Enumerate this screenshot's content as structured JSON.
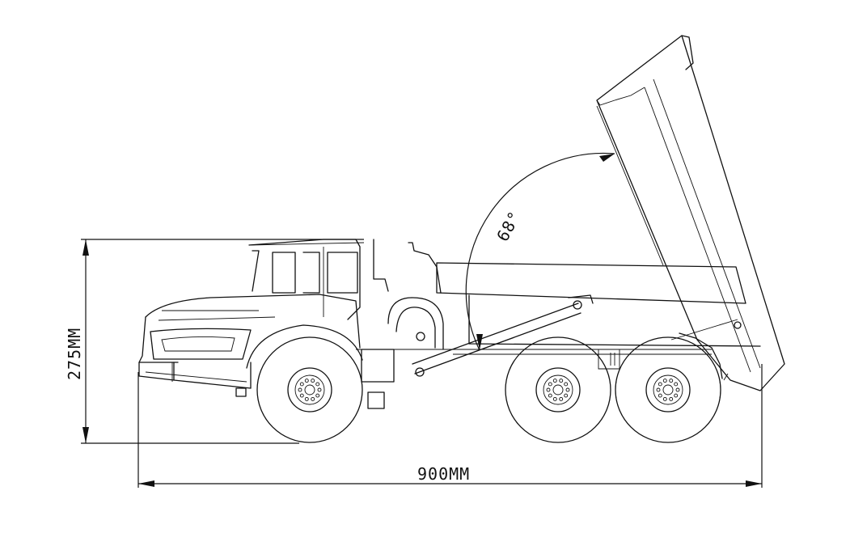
{
  "dimensions": {
    "height_label": "275MM",
    "length_label": "900MM",
    "angle_label": "68°"
  }
}
